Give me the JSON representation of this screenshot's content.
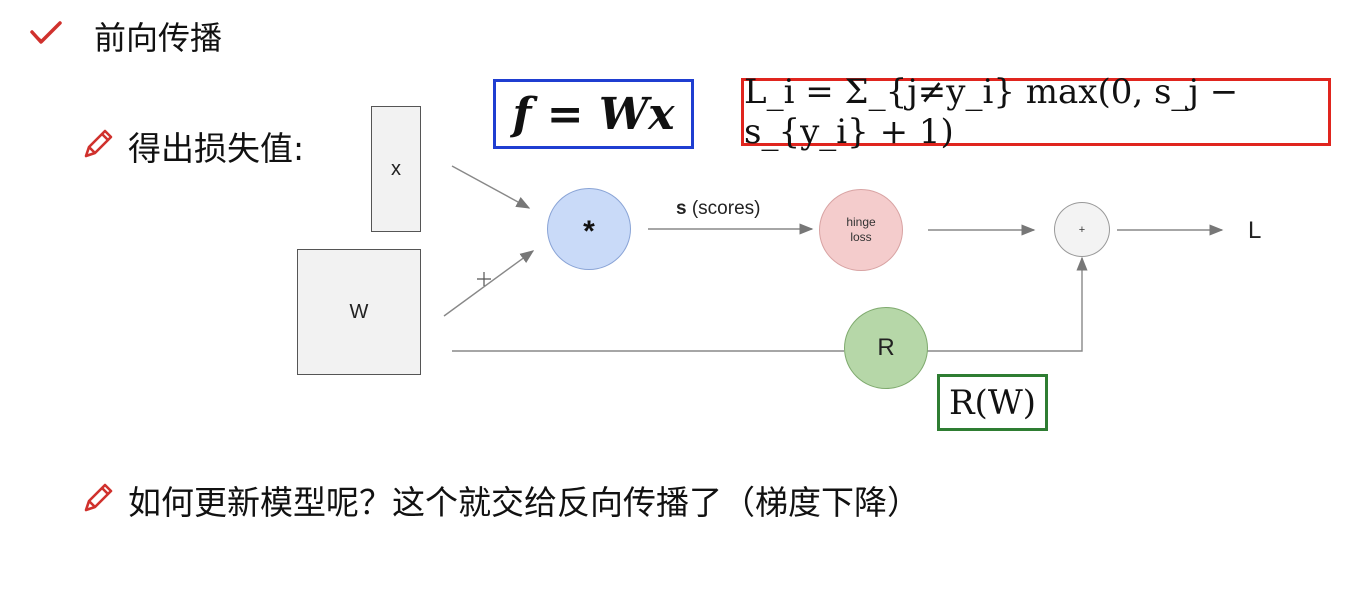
{
  "title": {
    "text": "前向传播",
    "icon": "check-icon",
    "icon_color": "#d0312d"
  },
  "bullets": [
    {
      "text": "得出损失值:",
      "icon": "pencil-icon"
    },
    {
      "text": "如何更新模型呢？这个就交给反向传播了（梯度下降）",
      "icon": "pencil-icon"
    }
  ],
  "diagram": {
    "input_x": "x",
    "input_w": "W",
    "multiply_node": "*",
    "scores_label_bold": "s",
    "scores_label_rest": " (scores)",
    "hinge_node_line1": "hinge",
    "hinge_node_line2": "loss",
    "plus_node": "+",
    "reg_node": "R",
    "output": "L",
    "formula_f": "f = Wx",
    "formula_loss": "L_i = Σ_{j≠y_i} max(0, s_j − s_{y_i} + 1)",
    "formula_r": "R(W)",
    "colors": {
      "formula_f_border": "#1f3ed1",
      "formula_loss_border": "#e0251e",
      "formula_r_border": "#2e7d32",
      "multiply_fill": "#c9daf8",
      "hinge_fill": "#f4cccc",
      "reg_fill": "#b6d7a8",
      "plus_fill": "#f3f3f3"
    }
  }
}
